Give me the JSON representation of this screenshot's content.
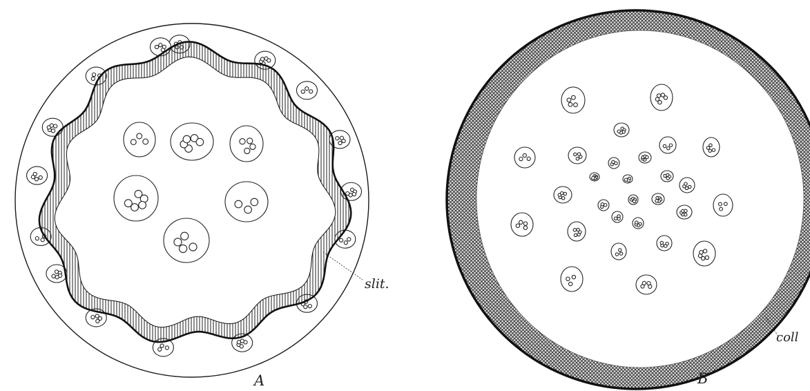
{
  "figure": {
    "panel_a": {
      "label": "A",
      "annotation": "slit."
    },
    "panel_b": {
      "label": "B",
      "annotation": "coll"
    },
    "colors": {
      "ink": "#1a1a1a",
      "paper": "#ffffff",
      "hatch": "#333333"
    }
  }
}
